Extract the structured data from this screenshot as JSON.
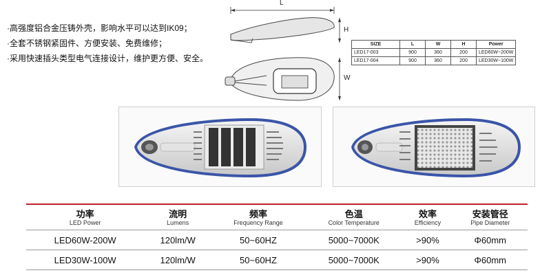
{
  "features": [
    "·高强度铝合金压铸外壳，影响水平可以达到IK09；",
    "·全套不锈钢紧固件、方便安装、免费维修；",
    "·采用快速插头类型电气连接设计，维护更方便、安全。"
  ],
  "dimensions": {
    "length": "L",
    "height": "H",
    "width": "W"
  },
  "spec_table": {
    "headers": [
      "SIZE",
      "L",
      "W",
      "H",
      "Power"
    ],
    "rows": [
      [
        "LED17-003",
        "900",
        "360",
        "200",
        "LED60W~200W"
      ],
      [
        "LED17-004",
        "900",
        "360",
        "200",
        "LED30W~100W"
      ]
    ]
  },
  "data_table": {
    "headers": [
      {
        "zh": "功率",
        "en": "LED Power"
      },
      {
        "zh": "流明",
        "en": "Lumens"
      },
      {
        "zh": "频率",
        "en": "Frequency Range"
      },
      {
        "zh": "色温",
        "en": "Color Temperature"
      },
      {
        "zh": "效率",
        "en": "Efficiency"
      },
      {
        "zh": "安装管径",
        "en": "Pipe Diameter"
      }
    ],
    "rows": [
      [
        "LED60W-200W",
        "120lm/W",
        "50~60HZ",
        "5000~7000K",
        ">90%",
        "Φ60mm"
      ],
      [
        "LED30W-100W",
        "120lm/W",
        "50~60HZ",
        "5000~7000K",
        ">90%",
        "Φ60mm"
      ]
    ]
  },
  "colors": {
    "accent_line": "#c0202a",
    "panel_blue": "#3a55a8"
  }
}
